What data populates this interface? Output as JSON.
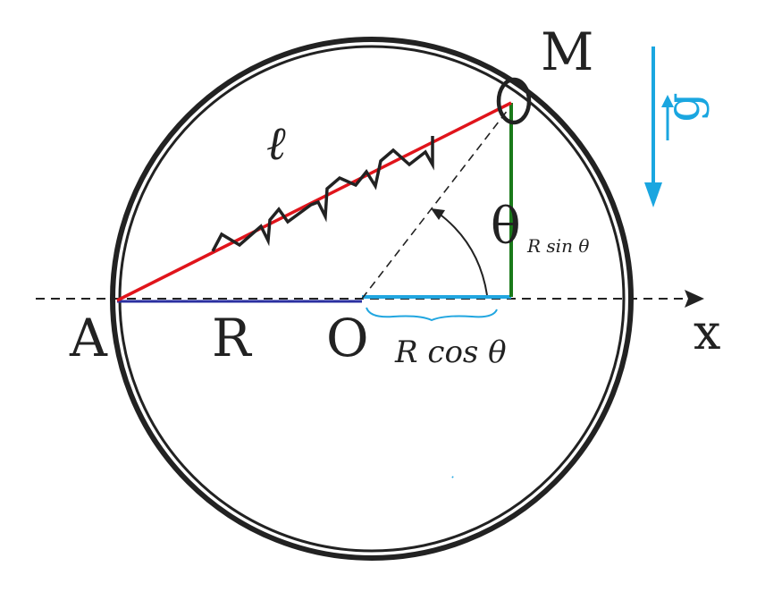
{
  "labels": {
    "point_m": "M",
    "point_a": "A",
    "point_o": "O",
    "radius": "R",
    "length": "ℓ",
    "angle": "θ",
    "axis_x": "x",
    "gravity": "g",
    "horizontal_component": "R cos θ",
    "vertical_component": "R sin θ"
  },
  "colors": {
    "ring": "#222222",
    "spring_line": "#e0141b",
    "radius_line": "#2a2fa0",
    "cos_segment": "#21a6e0",
    "sin_segment": "#1a7a1a",
    "gravity_arrow": "#1aa6e0",
    "axis": "#222222"
  },
  "icons": {
    "spring": "zigzag-spring-icon",
    "gravity": "down-arrow-icon",
    "bead": "ring-bead-icon"
  }
}
